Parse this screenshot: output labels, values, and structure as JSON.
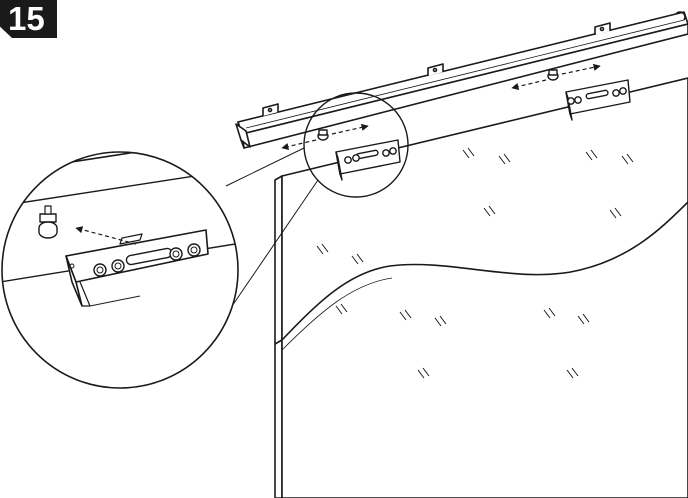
{
  "step": {
    "number": "15"
  },
  "colors": {
    "ink": "#1a1a1a",
    "paper": "#ffffff",
    "badge_bg": "#1a1a1a"
  },
  "parts": {
    "rail": "top-track-rail",
    "hangers": [
      "hanger-bracket-left",
      "hanger-bracket-right"
    ],
    "panel": "glass-door-panel",
    "detail": "magnified-hanger-detail"
  }
}
